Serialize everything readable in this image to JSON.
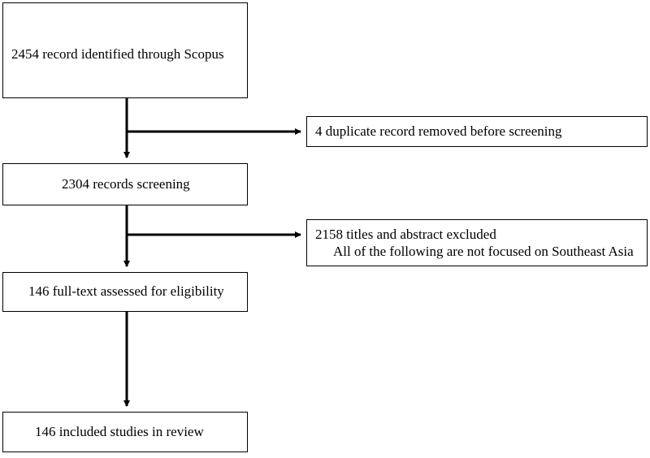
{
  "flow": {
    "identified": "2454 record identified through Scopus",
    "screening": "2304 records screening",
    "eligibility": "146 full-text assessed for eligibility",
    "included": "146 included studies in review"
  },
  "side": {
    "duplicates": "4 duplicate record removed before screening",
    "excluded_line1": "2158 titles and abstract excluded",
    "excluded_line2": "All of the following are not focused on Southeast Asia"
  }
}
